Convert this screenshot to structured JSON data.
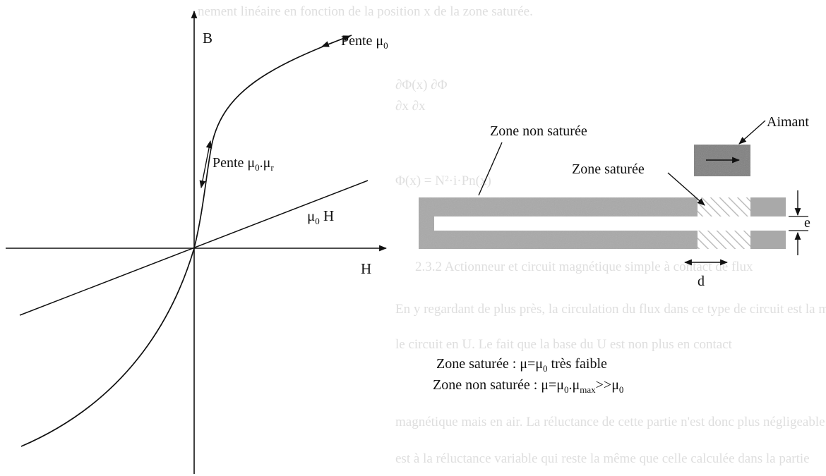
{
  "bh_diagram": {
    "axis_b": "B",
    "axis_h": "H",
    "slope_sat": {
      "base": "Pente μ",
      "sub": "0"
    },
    "slope_lin": {
      "base": "Pente μ",
      "sub1": "0",
      "mid": ".μ",
      "sub2": "r"
    },
    "vacuum_line": {
      "base": "μ",
      "sub": "0",
      "tail": " H"
    }
  },
  "circuit_diagram": {
    "magnet_label": "Aimant",
    "unsaturated_label": "Zone non saturée",
    "saturated_label": "Zone saturée",
    "thickness_label": "e",
    "distance_label": "d"
  },
  "legend": {
    "line1": {
      "pre": "Zone saturée : μ=μ",
      "sub": "0",
      "post": " très faible"
    },
    "line2": {
      "pre": "Zone non saturée : μ=μ",
      "sub1": "0",
      "mid": ".μ",
      "sub2": "max",
      "mid2": ">>μ",
      "sub3": "0"
    }
  },
  "background_text": {
    "line_top": "nement linéaire en fonction de la position x de la zone saturée.",
    "eq1": "∂Φ(x)  ∂Φ",
    "eq1b": "∂x    ∂x",
    "eq2": "Φ(x) = N²·i·Pn(x)",
    "caption": "2.3.2 Actionneur et circuit magnétique simple à contact de flux",
    "para1": "En y regardant de plus près, la circulation du flux dans ce type de circuit est la même",
    "para2": "le circuit en U. Le fait que la base du U est non plus en contact",
    "para3": "magnétique mais en air. La réluctance de cette partie n'est donc plus négligeable et",
    "para4": "est à la réluctance variable qui reste la même que celle calculée dans la partie"
  },
  "colors": {
    "ink": "#111111",
    "iron": "#a9a9a9",
    "magnet": "#7f7f7f",
    "ghost": "#d9d9d9"
  }
}
